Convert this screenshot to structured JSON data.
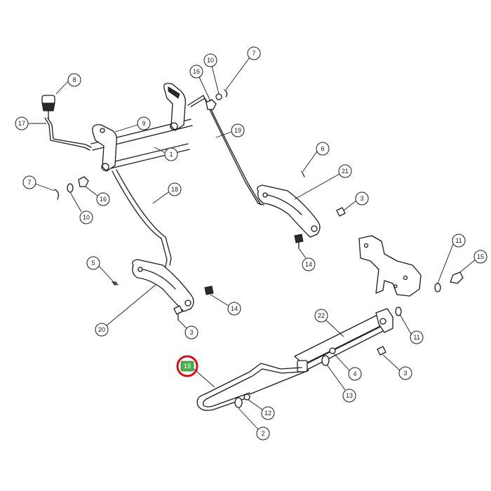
{
  "diagram": {
    "highlighted_part": "19",
    "callouts": [
      "8",
      "10",
      "16",
      "7",
      "17",
      "9",
      "1",
      "19",
      "7",
      "16",
      "10",
      "6",
      "21",
      "18",
      "3",
      "14",
      "5",
      "20",
      "14",
      "3",
      "11",
      "15",
      "22",
      "11",
      "3",
      "4",
      "13",
      "12",
      "2",
      "19"
    ]
  }
}
